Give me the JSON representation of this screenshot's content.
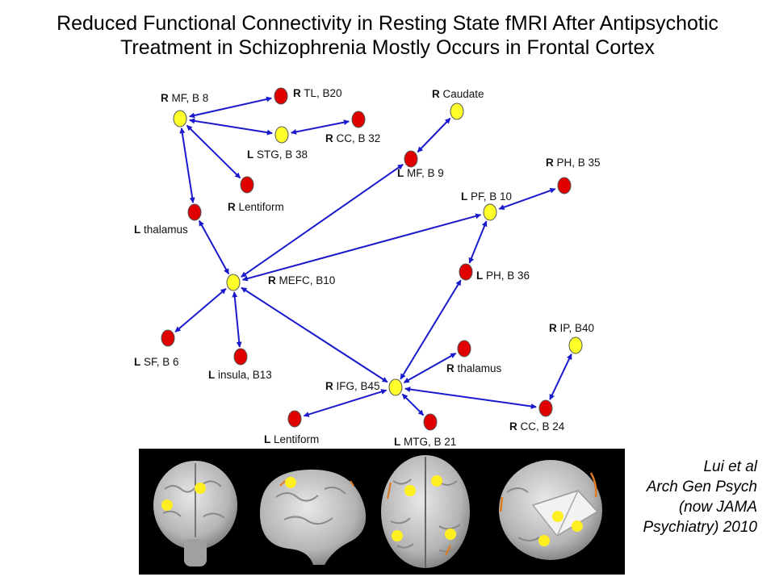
{
  "title": {
    "line1": "Reduced Functional Connectivity in Resting State fMRI After Antipsychotic",
    "line2": "Treatment in Schizophrenia Mostly Occurs in Frontal Cortex"
  },
  "colors": {
    "edge": "#1a1acc",
    "red_node": "#e00000",
    "yellow_node": "#ffff2a",
    "node_outline": "#555555"
  },
  "nodes": [
    {
      "id": "r-mf-b8",
      "side": "R",
      "name": "MF, B 8",
      "color": "yellow"
    },
    {
      "id": "r-tl-b20",
      "side": "R",
      "name": "TL, B20",
      "color": "red"
    },
    {
      "id": "r-cc-b32",
      "side": "R",
      "name": "CC, B 32",
      "color": "red"
    },
    {
      "id": "l-stg-b38",
      "side": "L",
      "name": "STG, B 38",
      "color": "yellow"
    },
    {
      "id": "r-caudate",
      "side": "R",
      "name": "Caudate",
      "color": "yellow"
    },
    {
      "id": "l-mf-b9",
      "side": "L",
      "name": "MF, B 9",
      "color": "red"
    },
    {
      "id": "r-ph-b35",
      "side": "R",
      "name": "PH, B 35",
      "color": "red"
    },
    {
      "id": "r-lentiform",
      "side": "R",
      "name": "Lentiform",
      "color": "red"
    },
    {
      "id": "l-pf-b10",
      "side": "L",
      "name": "PF, B 10",
      "color": "yellow"
    },
    {
      "id": "l-thalamus",
      "side": "L",
      "name": "thalamus",
      "color": "red"
    },
    {
      "id": "l-ph-b36",
      "side": "L",
      "name": "PH, B 36",
      "color": "red"
    },
    {
      "id": "r-mefc-b10",
      "side": "R",
      "name": "MEFC, B10",
      "color": "yellow"
    },
    {
      "id": "r-ip-b40",
      "side": "R",
      "name": "IP, B40",
      "color": "yellow"
    },
    {
      "id": "l-sf-b6",
      "side": "L",
      "name": "SF, B 6",
      "color": "red"
    },
    {
      "id": "l-insula-b13",
      "side": "L",
      "name": "insula, B13",
      "color": "red"
    },
    {
      "id": "r-thalamus",
      "side": "R",
      "name": "thalamus",
      "color": "red"
    },
    {
      "id": "r-ifg-b45",
      "side": "R",
      "name": "IFG, B45",
      "color": "yellow"
    },
    {
      "id": "r-cc-b24",
      "side": "R",
      "name": "CC, B 24",
      "color": "red"
    },
    {
      "id": "l-lentiform",
      "side": "L",
      "name": "Lentiform",
      "color": "red"
    },
    {
      "id": "l-mtg-b21",
      "side": "L",
      "name": "MTG, B 21",
      "color": "red"
    }
  ],
  "edges": [
    [
      "r-mf-b8",
      "r-tl-b20"
    ],
    [
      "r-mf-b8",
      "l-stg-b38"
    ],
    [
      "l-stg-b38",
      "r-cc-b32"
    ],
    [
      "r-mf-b8",
      "r-lentiform"
    ],
    [
      "r-mf-b8",
      "l-thalamus"
    ],
    [
      "l-thalamus",
      "r-mefc-b10"
    ],
    [
      "r-caudate",
      "l-mf-b9"
    ],
    [
      "l-mf-b9",
      "r-mefc-b10"
    ],
    [
      "l-pf-b10",
      "r-mefc-b10"
    ],
    [
      "l-pf-b10",
      "r-ph-b35"
    ],
    [
      "l-pf-b10",
      "l-ph-b36"
    ],
    [
      "l-ph-b36",
      "r-ifg-b45"
    ],
    [
      "r-mefc-b10",
      "l-sf-b6"
    ],
    [
      "r-mefc-b10",
      "l-insula-b13"
    ],
    [
      "r-mefc-b10",
      "r-ifg-b45"
    ],
    [
      "r-ifg-b45",
      "r-thalamus"
    ],
    [
      "r-ifg-b45",
      "l-lentiform"
    ],
    [
      "r-ifg-b45",
      "l-mtg-b21"
    ],
    [
      "r-ifg-b45",
      "r-cc-b24"
    ],
    [
      "r-cc-b24",
      "r-ip-b40"
    ]
  ],
  "citation": {
    "line1": "Lui et al",
    "line2": "Arch Gen Psych",
    "line3": "(now JAMA",
    "line4": "Psychiatry) 2010"
  }
}
